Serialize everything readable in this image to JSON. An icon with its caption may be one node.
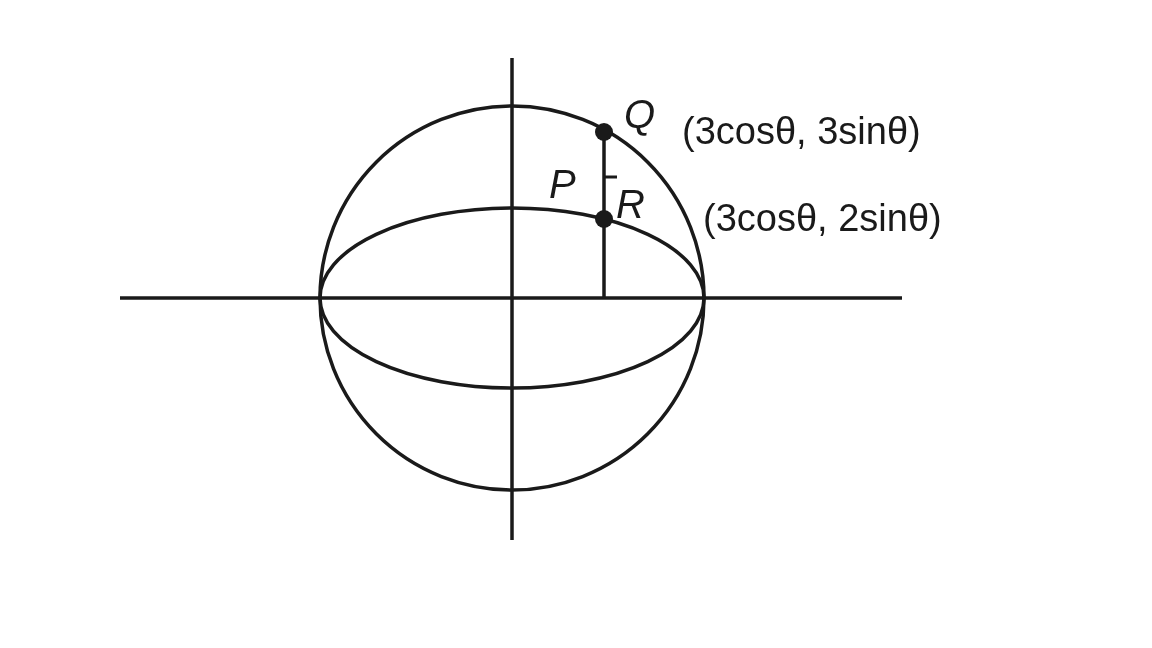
{
  "diagram": {
    "labels": [
      "Q",
      "(3cosθ, 3sinθ)",
      "P",
      "R",
      "(3cosθ, 2sinθ)"
    ]
  }
}
